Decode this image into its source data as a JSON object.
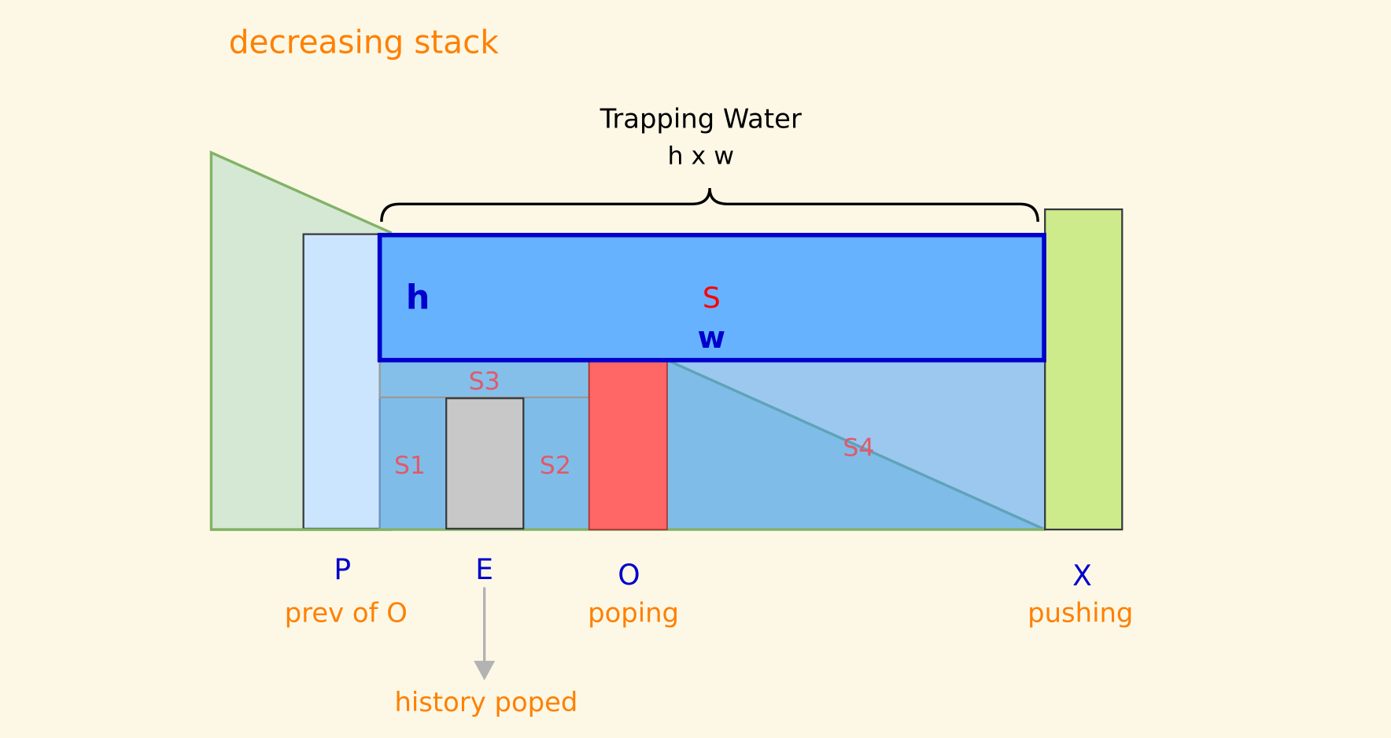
{
  "title": "decreasing stack",
  "brace_label": {
    "line1": "Trapping Water",
    "line2": "h x w"
  },
  "region_labels": {
    "h": "h",
    "s": "S",
    "w": "w",
    "s1": "S1",
    "s2": "S2",
    "s3": "S3",
    "s4": "S4"
  },
  "bars": [
    {
      "letter": "P",
      "caption": "prev of O"
    },
    {
      "letter": "E",
      "caption": "history poped"
    },
    {
      "letter": "O",
      "caption": "poping"
    },
    {
      "letter": "X",
      "caption": "pushing"
    }
  ],
  "colors": {
    "background": "#fdf8e6",
    "orange": "#ff8000",
    "blue": "#0000cc",
    "red": "#ff0000",
    "pink": "#e05a6a"
  }
}
